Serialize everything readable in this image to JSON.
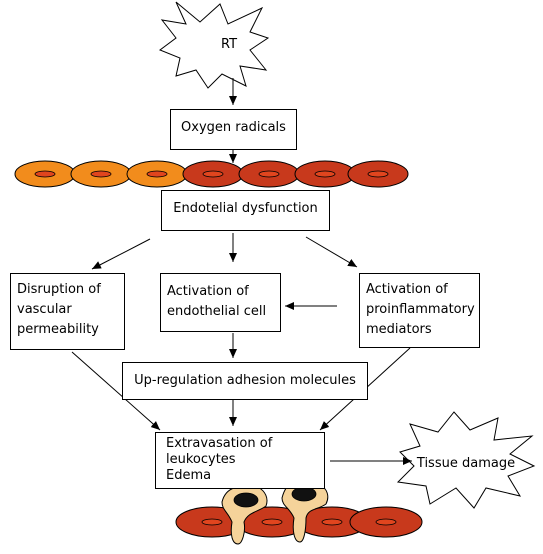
{
  "nodes": {
    "rt": "RT",
    "oxygen": "Oxygen radicals",
    "endotelial": "Endotelial dysfunction",
    "disruption": [
      "Disruption of",
      "vascular",
      "permeability"
    ],
    "activation_endothelial": [
      "Activation of",
      "endothelial cell"
    ],
    "activation_proinflammatory": [
      "Activation of",
      "proinflammatory",
      "mediators"
    ],
    "upregulation": "Up-regulation adhesion molecules",
    "extravasation": [
      "Extravasation of",
      "leukocytes",
      "Edema"
    ],
    "tissue_damage": "Tissue damage"
  },
  "colors": {
    "cell_orange": "#F28C1C",
    "cell_red": "#C8391C",
    "cell_nucleus": "#E0451E",
    "leukocyte": "#F5D39A"
  }
}
